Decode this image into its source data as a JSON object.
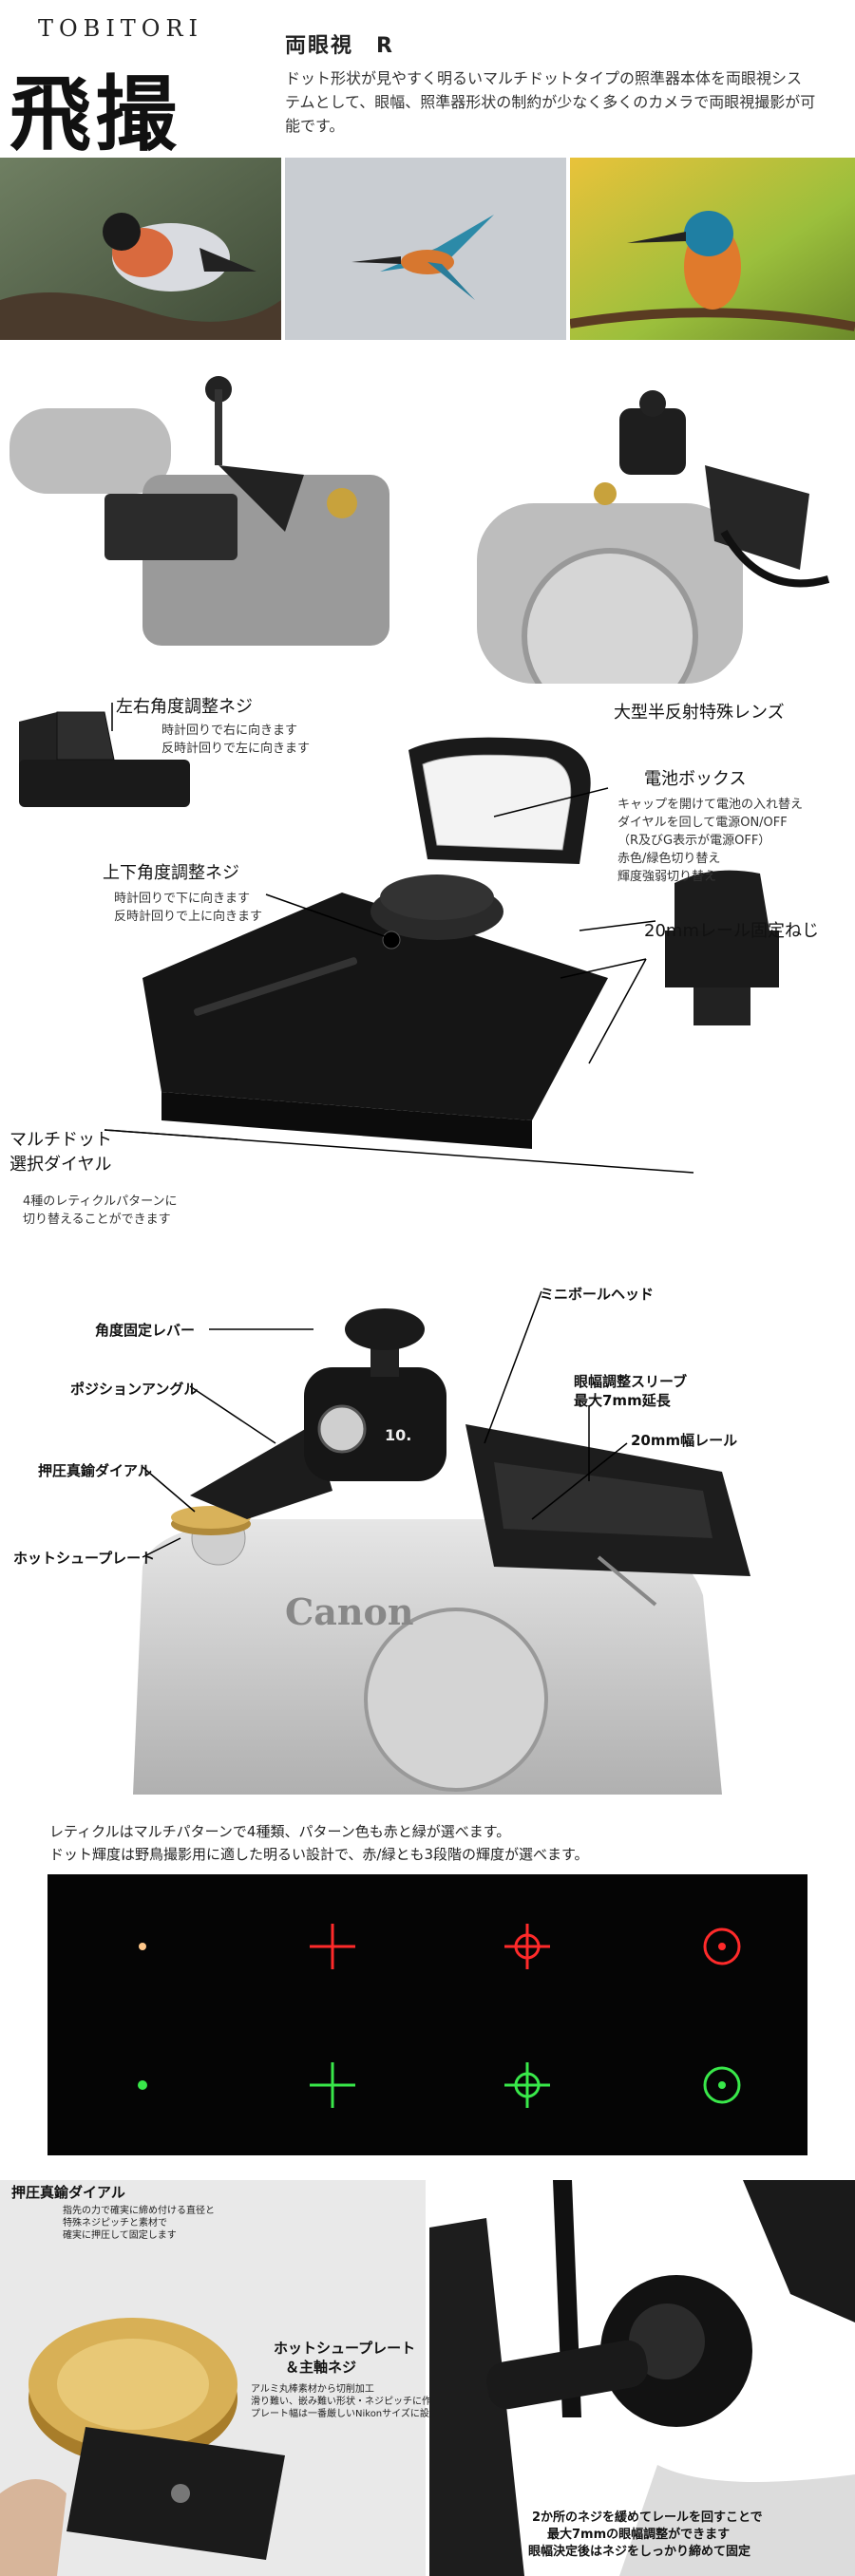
{
  "header": {
    "logo_en": "TOBITORI",
    "logo_jp": "飛撮",
    "title": "両眼視　R",
    "intro": "ドット形状が見やすく明るいマルチドットタイプの照準器本体を両眼視システムとして、眼幅、照準器形状の制約が少なく多くのカメラで両眼視撮影が可能です。"
  },
  "diagram1": {
    "lr_title": "左右角度調整ネジ",
    "lr_sub1": "時計回りで右に向きます",
    "lr_sub2": "反時計回りで左に向きます",
    "lens_title": "大型半反射特殊レンズ",
    "battery_title": "電池ボックス",
    "battery_sub1": "キャップを開けて電池の入れ替え",
    "battery_sub2": "ダイヤルを回して電源ON/OFF",
    "battery_sub3": "（R及びG表示が電源OFF）",
    "battery_sub4": "赤色/緑色切り替え",
    "battery_sub5": "輝度強弱切り替え",
    "ud_title": "上下角度調整ネジ",
    "ud_sub1": "時計回りで下に向きます",
    "ud_sub2": "反時計回りで上に向きます",
    "rail_title": "20mmレール固定ねじ",
    "dial_title1": "マルチドット",
    "dial_title2": "選択ダイヤル",
    "dial_sub1": "4種のレティクルパターンに",
    "dial_sub2": "切り替えることができます"
  },
  "diagram2": {
    "lever": "角度固定レバー",
    "miniball": "ミニボールヘッド",
    "angle": "ポジションアングル",
    "sleeve1": "眼幅調整スリーブ",
    "sleeve2": "最大7mm延長",
    "rail20": "20mm幅レール",
    "brass": "押圧真鍮ダイアル",
    "shoe": "ホットシュープレート",
    "camera_brand": "Canon",
    "mount_brand": "10."
  },
  "reticle": {
    "line1": "レティクルはマルチパターンで4種類、パターン色も赤と緑が選べます。",
    "line2": "ドット輝度は野鳥撮影用に適した明るい設計で、赤/緑とも3段階の輝度が選べます。"
  },
  "bottom": {
    "brass_title": "押圧真鍮ダイアル",
    "brass_sub1": "指先の力で確実に締め付ける直径と",
    "brass_sub2": "特殊ネジピッチと素材で",
    "brass_sub3": "確実に押圧して固定します",
    "shoe_title1": "ホットシュープレート",
    "shoe_title2": "＆主軸ネジ",
    "shoe_sub1": "アルミ丸棒素材から切削加工",
    "shoe_sub2": "滑り難い、嵌み難い形状・ネジピッチに作られた",
    "shoe_sub3": "プレート幅は一番厳しいNikonサイズに設定",
    "screw_text1": "2か所のネジを緩めてレールを回すことで",
    "screw_text2": "最大7mmの眼幅調整ができます",
    "screw_text3": "眼幅決定後はネジをしっかり締めて固定"
  },
  "colors": {
    "reticle_red": "#ff2a2a",
    "reticle_green": "#39e84a"
  }
}
